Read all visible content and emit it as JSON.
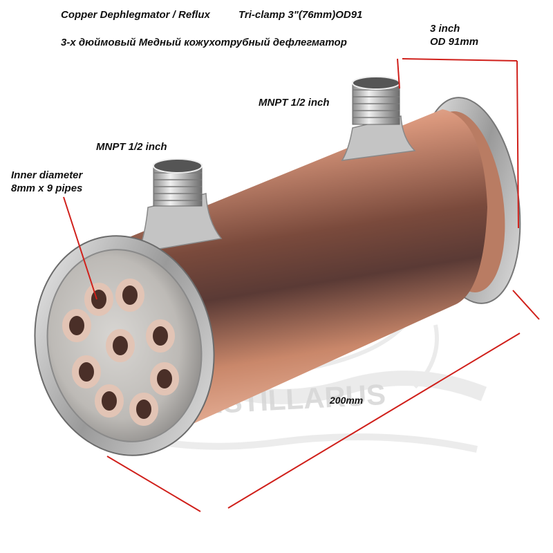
{
  "title": {
    "en": "Copper Dephlegmator / Reflux",
    "clamp": "Tri-clamp 3\"(76mm)OD91",
    "ru": "3-х дюймовый Медный кожухотрубный дефлегматор"
  },
  "labels": {
    "diameter_line1": "3 inch",
    "diameter_line2": "OD 91mm",
    "port_right": "MNPT 1/2 inch",
    "port_left": "MNPT 1/2 inch",
    "inner_line1": "Inner diameter",
    "inner_line2": "8mm x 9 pipes",
    "length": "200mm"
  },
  "watermark": {
    "text": "DISTILLARUS"
  },
  "colors": {
    "copper": "#b8745a",
    "steel": "#c9c9c9",
    "annotation": "#d0201b"
  }
}
